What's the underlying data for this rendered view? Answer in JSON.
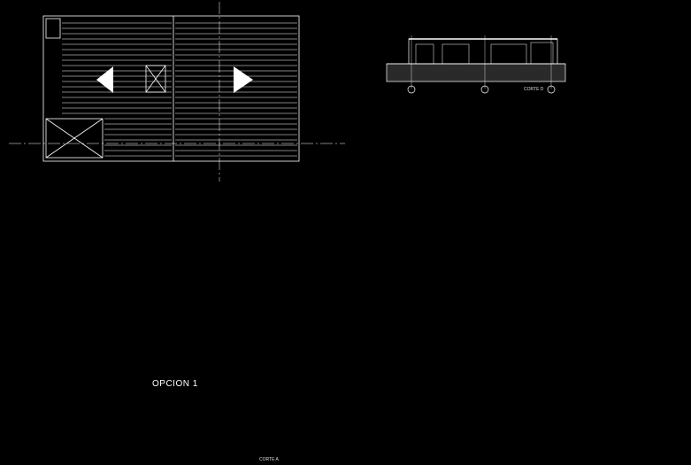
{
  "drawing": {
    "plan_caption": "OPCION 1",
    "section_d_caption": "CORTE D",
    "section_a_caption": "CORTE A"
  },
  "colors": {
    "background": "#000000",
    "linework": "#ffffff",
    "stairs": "#ffd400",
    "duct_fill": "#1f6b3a",
    "duct_outline": "#00d48a"
  },
  "icons": [
    "arrow-left-icon",
    "arrow-right-icon",
    "grid-bubble-icon",
    "van-icon",
    "stairs-icon",
    "ventilation-duct-icon"
  ]
}
